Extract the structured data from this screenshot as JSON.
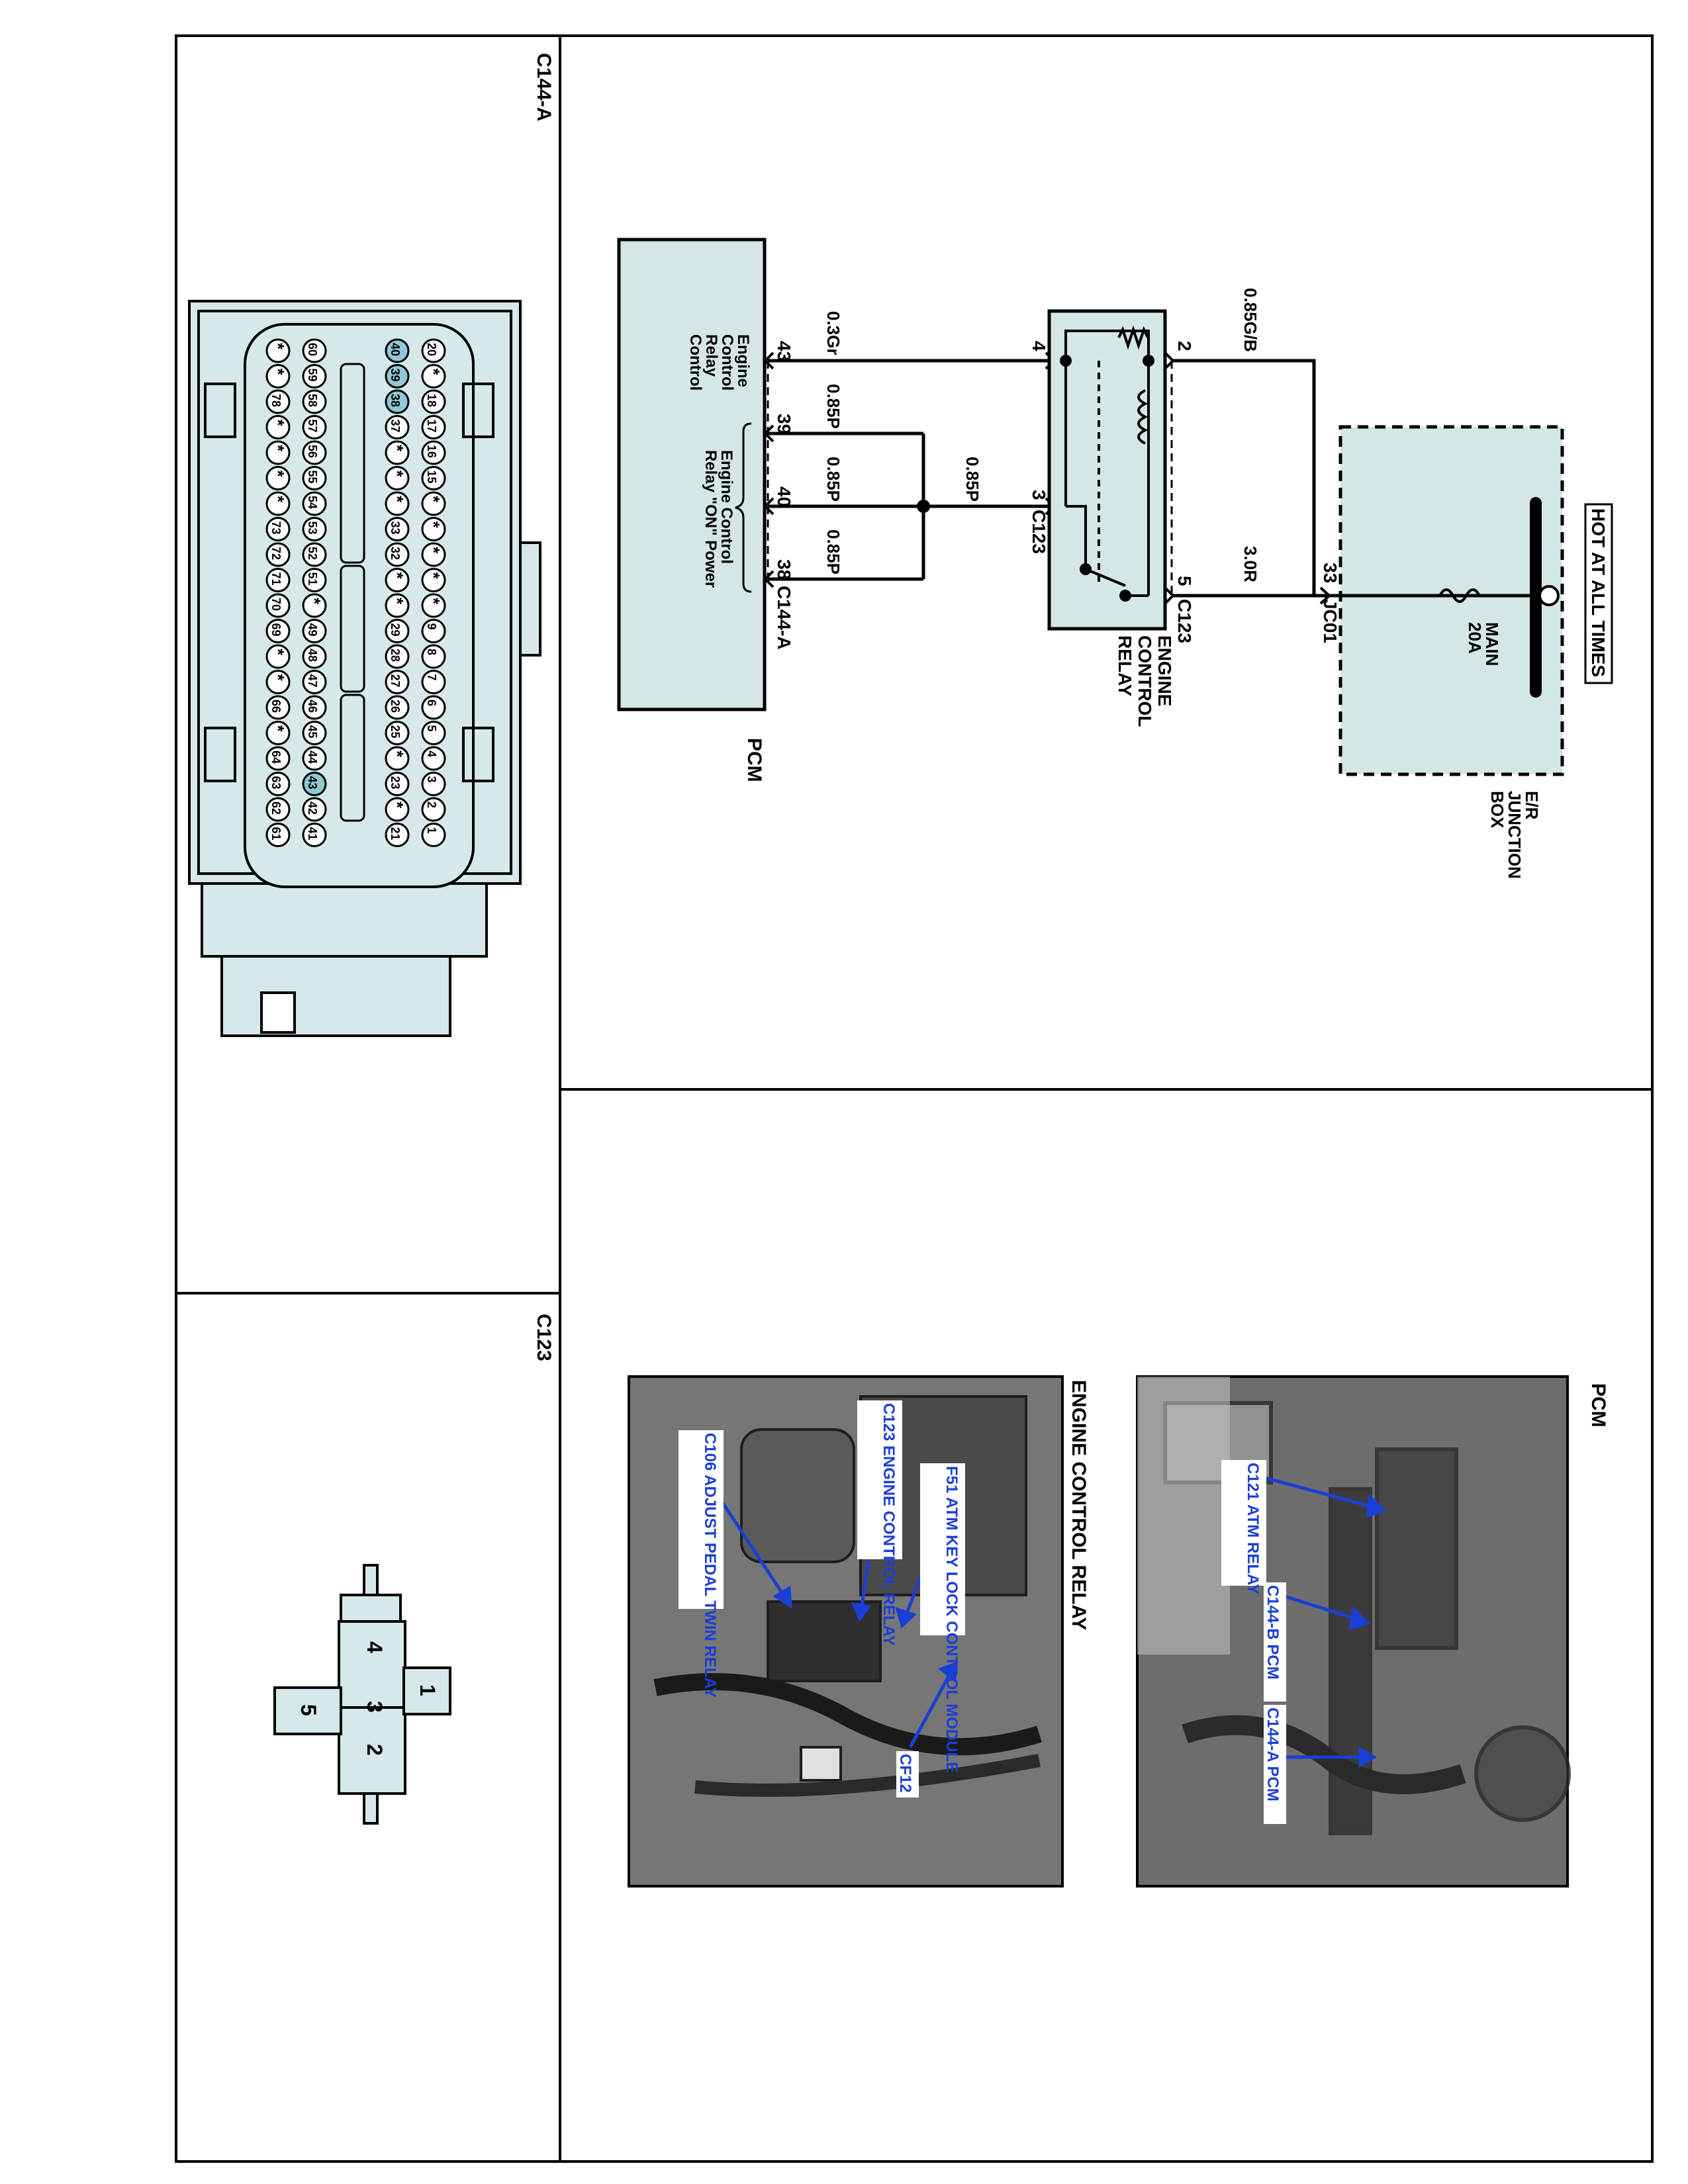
{
  "schematic": {
    "hot_label": "HOT AT ALL TIMES",
    "fuse_name": "MAIN",
    "fuse_rating": "20A",
    "junction_box_label": [
      "E/R",
      "JUNCTION",
      "BOX"
    ],
    "jb_pin": "33",
    "jb_connector": "JC01",
    "wire_3r": "3.0R",
    "wire_085gb": "0.85G/B",
    "relay_pin_2": "2",
    "relay_pin_5": "5",
    "relay_pin_4": "4",
    "relay_pin_3": "3",
    "relay_connector": "C123",
    "relay_connector_2": "C123",
    "relay_label": [
      "ENGINE",
      "CONTROL",
      "RELAY"
    ],
    "wire_085p_main": "0.85P",
    "wire_03gr": "0.3Gr",
    "wire_085p_39": "0.85P",
    "wire_085p_40": "0.85P",
    "wire_085p_38": "0.85P",
    "pcm_pin_43": "43",
    "pcm_pin_39": "39",
    "pcm_pin_40": "40",
    "pcm_pin_38": "38",
    "pcm_connector": "C144-A",
    "pcm_label": "PCM",
    "pcm_func_1": [
      "Engine",
      "Control",
      "Relay",
      "Control"
    ],
    "pcm_func_2": [
      "Engine Control",
      "Relay \"ON\" Power"
    ]
  },
  "connector_c144a": {
    "title": "C144-A",
    "rows": [
      [
        "20",
        "*",
        "18",
        "17",
        "16",
        "15",
        "*",
        "*",
        "*",
        "*",
        "*",
        "9",
        "8",
        "7",
        "6",
        "5",
        "4",
        "3",
        "2",
        "1"
      ],
      [
        "40",
        "39",
        "38",
        "37",
        "*",
        "*",
        "*",
        "33",
        "32",
        "*",
        "*",
        "29",
        "28",
        "27",
        "26",
        "25",
        "*",
        "23",
        "*",
        "21"
      ],
      [
        "60",
        "59",
        "58",
        "57",
        "56",
        "55",
        "54",
        "53",
        "52",
        "51",
        "*",
        "49",
        "48",
        "47",
        "46",
        "45",
        "44",
        "43",
        "42",
        "41"
      ],
      [
        "*",
        "*",
        "78",
        "*",
        "*",
        "*",
        "*",
        "73",
        "72",
        "71",
        "70",
        "69",
        "*",
        "*",
        "66",
        "*",
        "64",
        "63",
        "62",
        "61"
      ]
    ],
    "highlight_color": "#8ec9d6"
  },
  "connector_c123": {
    "title": "C123",
    "pins": [
      "4",
      "3",
      "1",
      "5",
      "2"
    ]
  },
  "photos": {
    "pcm_title": "PCM",
    "pcm_callouts": [
      "C121 ATM RELAY",
      "C144-B PCM",
      "C144-A PCM"
    ],
    "relay_title": "ENGINE CONTROL RELAY",
    "relay_callouts": [
      "F51 ATM KEY LOCK CONTROL MODULE",
      "C123 ENGINE CONTROL RELAY",
      "C106 ADJUST PEDAL TWIN RELAY",
      "CF12"
    ]
  },
  "colors": {
    "fill": "#d5e6e6",
    "connector_fill": "#d6e8ea",
    "callout": "#1a3fd6"
  }
}
